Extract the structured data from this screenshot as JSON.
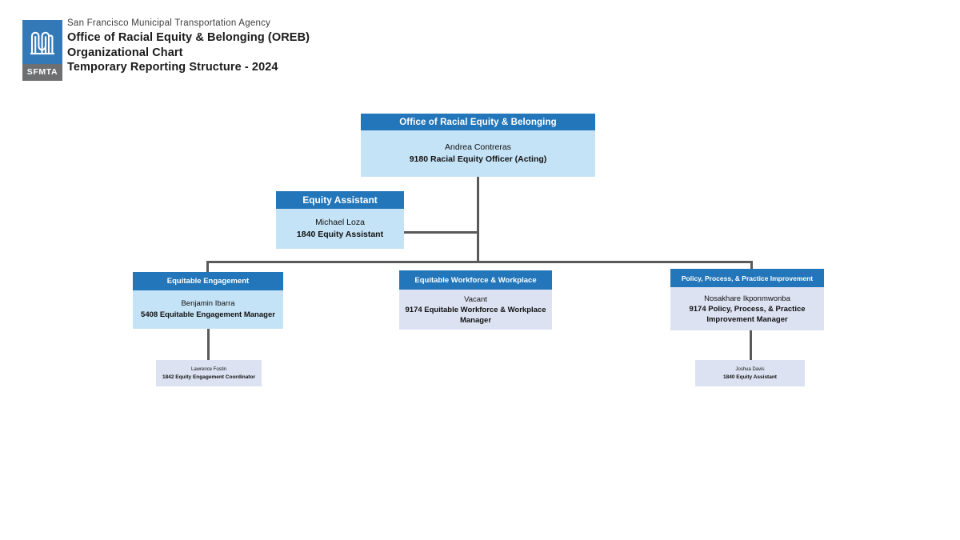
{
  "header": {
    "logo": {
      "icon": "sfmta-m-logo-icon",
      "wordmark": "SFMTA",
      "top_color": "#3379B8",
      "bottom_color": "#6E6F71"
    },
    "agency": "San Francisco Municipal Transportation Agency",
    "title_line_1": "Office of Racial Equity & Belonging (OREB)",
    "title_line_2": "Organizational Chart",
    "title_line_3": "Temporary Reporting Structure - 2024"
  },
  "colors": {
    "header_blue": "#2276B9",
    "body_light_blue": "#C5E3F6",
    "body_lavender": "#DDE2F2",
    "connector_gray": "#5A5A5A",
    "header_text": "#ffffff"
  },
  "chart_data": {
    "type": "org-chart",
    "title": "Office of Racial Equity & Belonging (OREB) Organizational Chart",
    "subtitle": "Temporary Reporting Structure - 2024",
    "nodes": [
      {
        "id": "top",
        "header": "Office of Racial Equity & Belonging",
        "name": "Andrea Contreras",
        "title": "9180 Racial Equity Officer (Acting)",
        "level": 0,
        "parent": null
      },
      {
        "id": "equity-assistant",
        "header": "Equity Assistant",
        "name": "Michael Loza",
        "title": "1840 Equity Assistant",
        "level": 1,
        "parent": "top"
      },
      {
        "id": "equitable-engagement",
        "header": "Equitable Engagement",
        "name": "Benjamin Ibarra",
        "title": "5408 Equitable Engagement Manager",
        "level": 2,
        "parent": "top"
      },
      {
        "id": "equitable-workforce-workplace",
        "header": "Equitable Workforce & Workplace",
        "name": "Vacant",
        "title": "9174 Equitable Workforce & Workplace Manager",
        "level": 2,
        "parent": "top"
      },
      {
        "id": "policy-process-practice",
        "header": "Policy, Process, & Practice Improvement",
        "name": "Nosakhare Ikponmwonba",
        "title": "9174 Policy, Process, & Practice Improvement Manager",
        "level": 2,
        "parent": "top"
      },
      {
        "id": "equity-engagement-coordinator",
        "header": null,
        "name": "Lawrence Fostin",
        "title": "1842 Equity Engagement Coordinator",
        "level": 3,
        "parent": "equitable-engagement"
      },
      {
        "id": "equity-assistant-2",
        "header": null,
        "name": "Joshua Davis",
        "title": "1840 Equity Assistant",
        "level": 3,
        "parent": "policy-process-practice"
      }
    ]
  }
}
